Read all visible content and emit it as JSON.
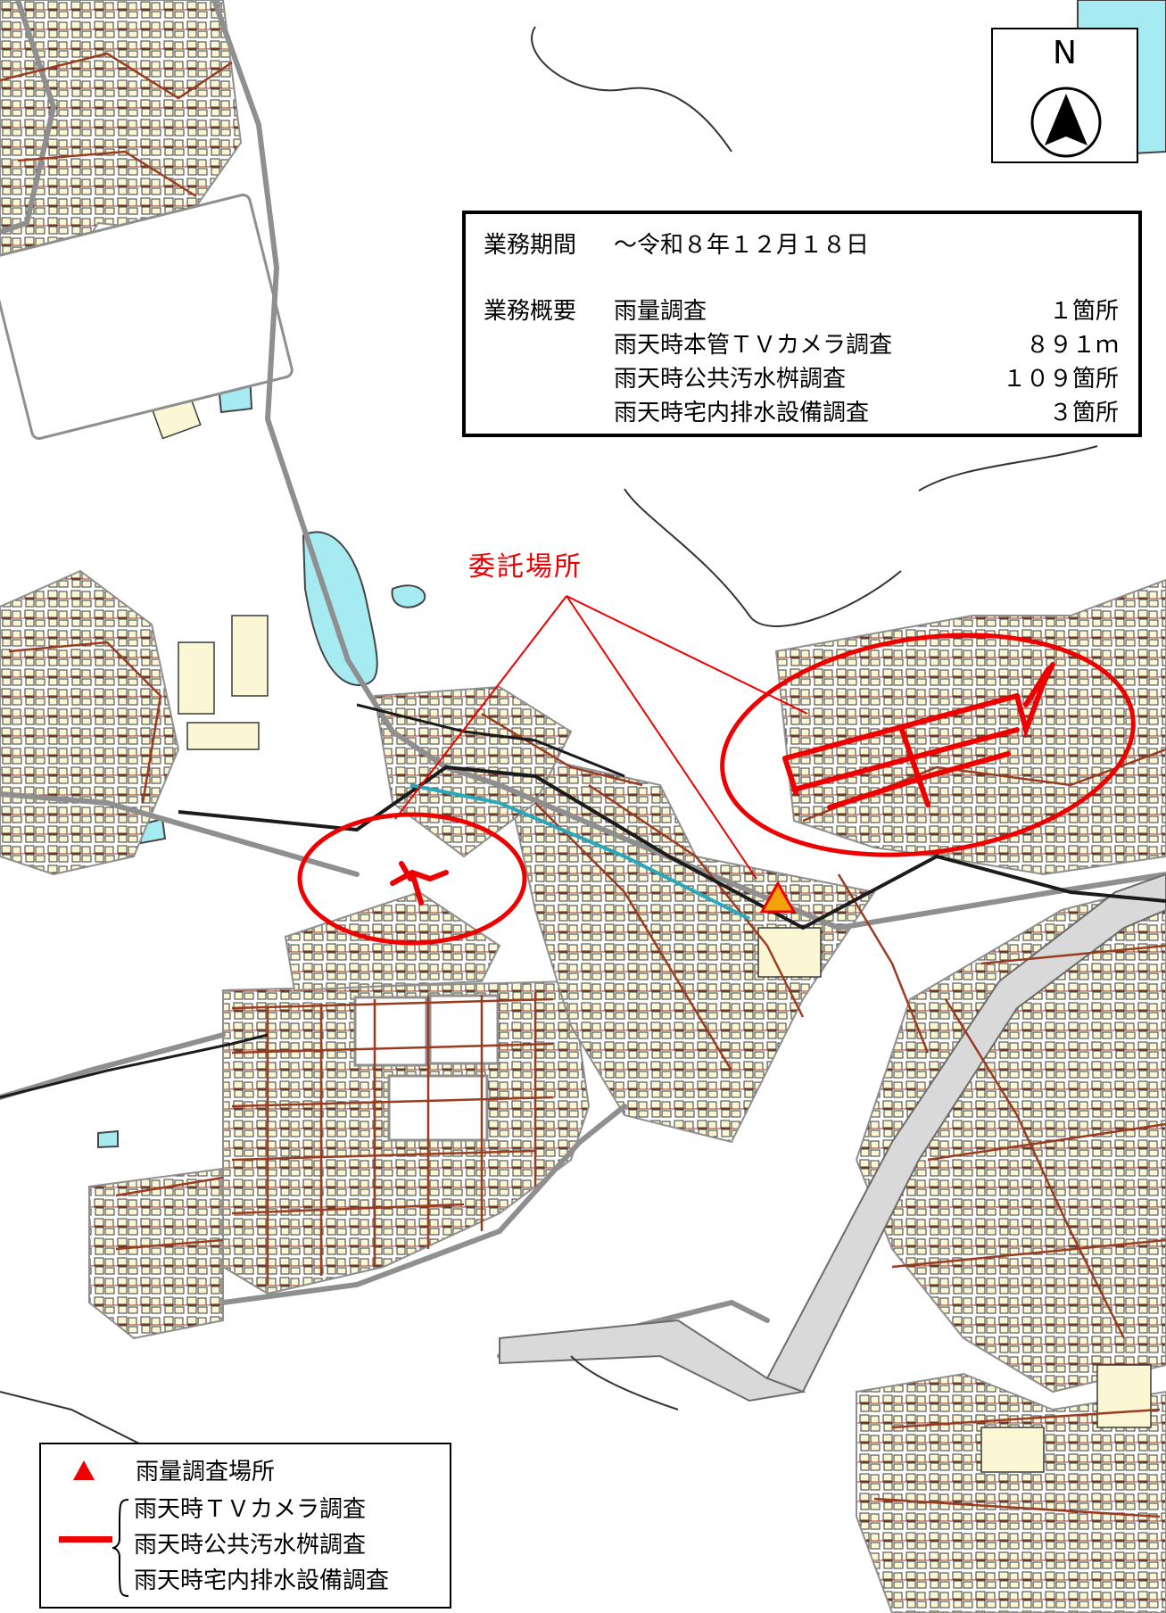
{
  "compass": {
    "label": "N",
    "icon": "north-arrow-icon"
  },
  "info_box": {
    "period_label": "業務期間",
    "period_value": "～令和８年１２月１８日",
    "summary_label": "業務概要",
    "items": [
      {
        "name": "雨量調査",
        "qty": "１箇所"
      },
      {
        "name": "雨天時本管ＴＶカメラ調査",
        "qty": "８９１ｍ"
      },
      {
        "name": "雨天時公共汚水桝調査",
        "qty": "１０９箇所"
      },
      {
        "name": "雨天時宅内排水設備調査",
        "qty": "３箇所"
      }
    ]
  },
  "callout": {
    "label": "委託場所"
  },
  "legend": {
    "rain_gauge": "雨量調査場所",
    "survey_lines": [
      "雨天時ＴＶカメラ調査",
      "雨天時公共汚水桝調査",
      "雨天時宅内排水設備調査"
    ]
  },
  "colors": {
    "highlight": "#ee0000",
    "road_brown": "#9a3b22",
    "road_gray": "#8f8f8f",
    "building": "#fbf6d3",
    "water": "#a6eaf2",
    "rail": "#1b1b1b",
    "marker_fill": "#f2a20a"
  }
}
